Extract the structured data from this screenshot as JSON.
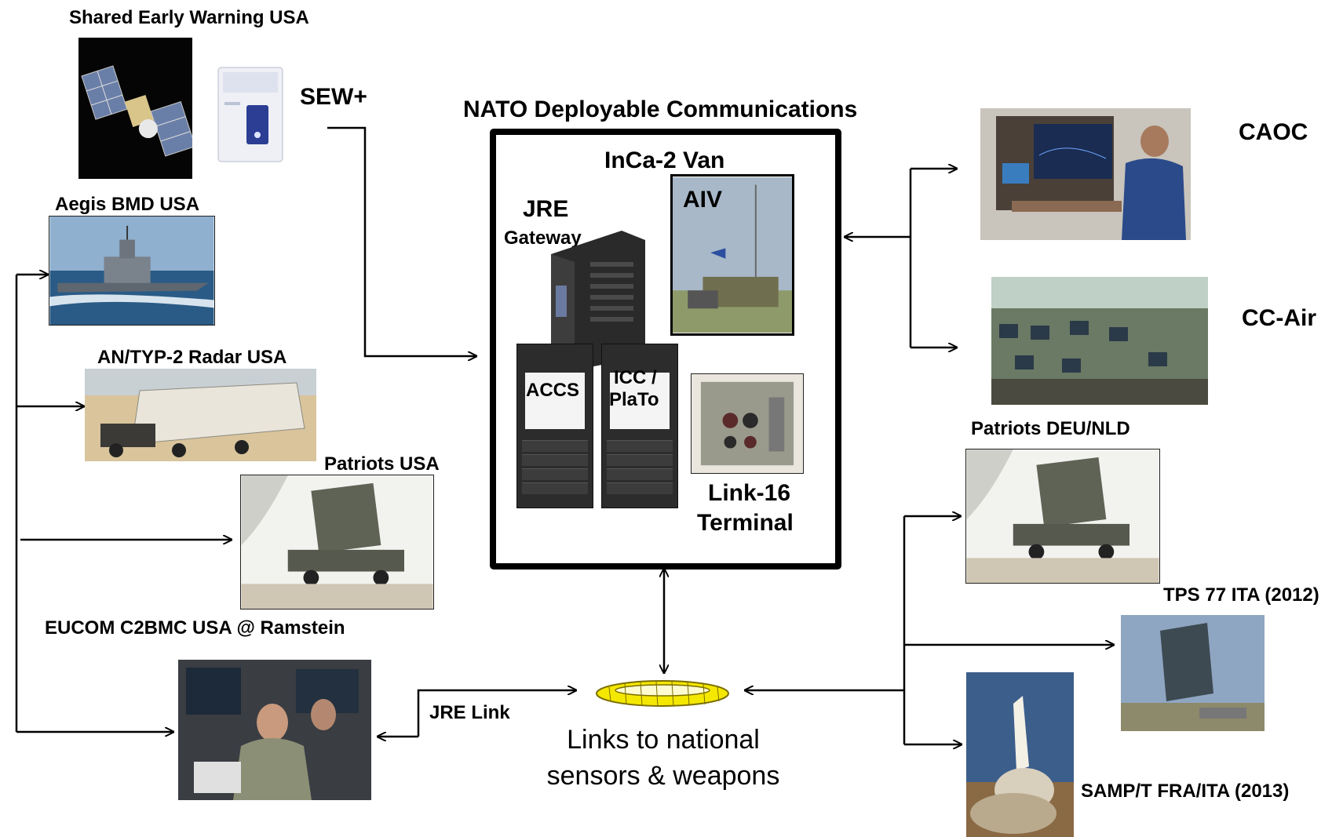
{
  "diagram": {
    "title": "NATO Deployable Communications",
    "van": {
      "title": "InCa-2 Van",
      "jre_title": "JRE",
      "jre_subtitle": "Gateway",
      "aiv": "AIV",
      "accs": "ACCS",
      "icc_line1": "ICC /",
      "icc_line2": "PlaTo",
      "link16_line1": "Link-16",
      "link16_line2": "Terminal"
    },
    "left": {
      "shared_early_warning": "Shared Early Warning USA",
      "sew_plus": "SEW+",
      "aegis": "Aegis BMD USA",
      "antyp2": "AN/TYP-2 Radar USA",
      "patriots_usa": "Patriots USA",
      "eucom": "EUCOM C2BMC USA  @ Ramstein"
    },
    "right": {
      "caoc": "CAOC",
      "cc_air": "CC-Air",
      "patriots_deu": "Patriots DEU/NLD",
      "tps77": "TPS 77 ITA (2012)",
      "sampt": "SAMP/T FRA/ITA (2013)"
    },
    "bottom": {
      "jre_link": "JRE Link",
      "links_line1": "Links to national",
      "links_line2": "sensors & weapons"
    }
  }
}
